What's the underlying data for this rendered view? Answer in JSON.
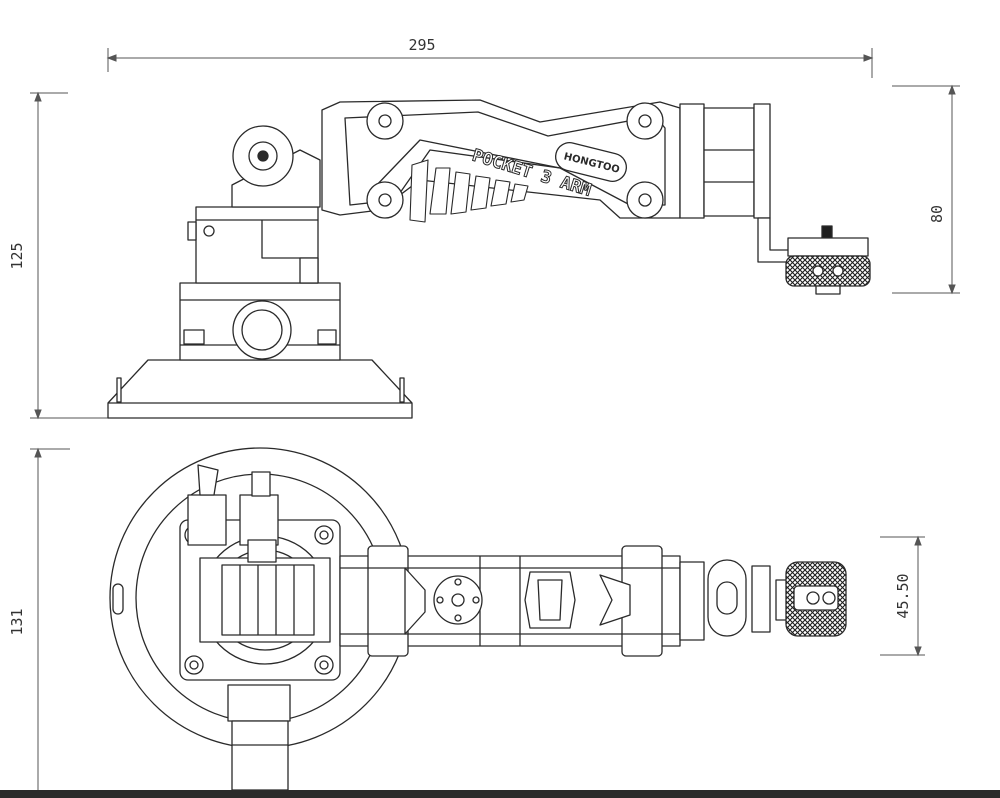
{
  "dimensions": {
    "overall_length": "295",
    "side_height": "125",
    "arm_height": "80",
    "top_width": "131",
    "arm_width": "45.50"
  },
  "labels": {
    "brand": "HONGTOO",
    "model": "POCKET 3 ARM"
  },
  "colors": {
    "line": "#2a2a2a",
    "dim_line": "#555555",
    "background": "#ffffff",
    "bottom_bar": "#2b2b2b"
  }
}
